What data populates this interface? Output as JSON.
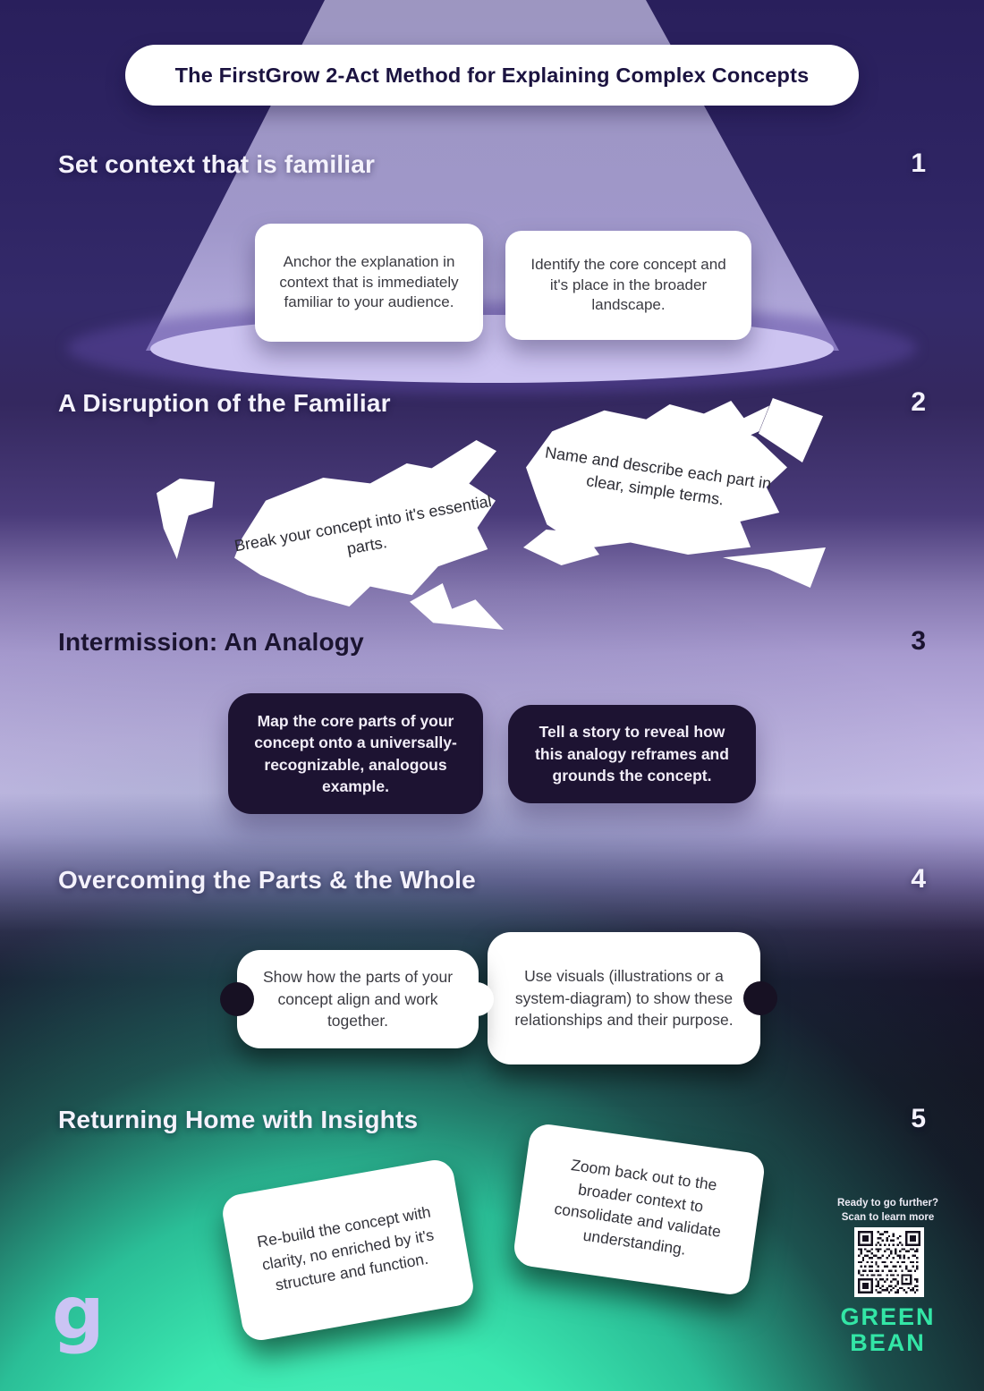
{
  "title": "The FirstGrow 2-Act Method for Explaining Complex Concepts",
  "sections": [
    {
      "number": "1",
      "title": "Set context that is familiar",
      "cards": [
        "Anchor the explanation in context that is immediately familiar to your audience.",
        "Identify the core concept and it's place in the broader landscape."
      ]
    },
    {
      "number": "2",
      "title": "A Disruption of the Familiar",
      "cards": [
        "Break your concept into it's essential parts.",
        "Name and describe each part in clear, simple terms."
      ]
    },
    {
      "number": "3",
      "title": "Intermission: An Analogy",
      "cards": [
        "Map the core parts of your concept onto a universally-recognizable, analogous example.",
        "Tell a story to reveal how this analogy reframes and grounds the concept."
      ]
    },
    {
      "number": "4",
      "title": "Overcoming the Parts & the Whole",
      "cards": [
        "Show how the parts of your concept align and work together.",
        "Use visuals (illustrations or a system-diagram) to show these relationships and their purpose."
      ]
    },
    {
      "number": "5",
      "title": "Returning Home with Insights",
      "cards": [
        "Re-build the concept with clarity, no enriched by it's structure and function.",
        "Zoom back out to the broader context to consolidate and validate understanding."
      ]
    }
  ],
  "footer": {
    "cta_line1": "Ready to go further?",
    "cta_line2": "Scan to learn more",
    "brand_line1": "GREEN",
    "brand_line2": "BEAN",
    "logo_letter": "g"
  },
  "colors": {
    "background_indigo": "#2A1F5E",
    "light_lavender": "#CDC4F1",
    "dark_card": "#1D1332",
    "brand_green": "#33E6A6",
    "sphere_teal": "#2FD9A6"
  }
}
